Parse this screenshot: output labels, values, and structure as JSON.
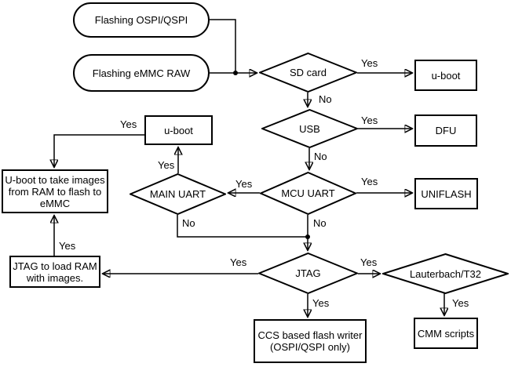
{
  "colors": {
    "background": "#ffffff",
    "line": "#000000",
    "text": "#000000"
  },
  "nodes": {
    "flashing_ospi_qspi": "Flashing OSPI/QSPI",
    "flashing_emmc_raw": "Flashing eMMC RAW",
    "sd_card": "SD card",
    "usb": "USB",
    "mcu_uart": "MCU UART",
    "main_uart": "MAIN UART",
    "jtag": "JTAG",
    "lauterbach_t32": "Lauterbach/T32",
    "uboot_sd": "u-boot",
    "dfu": "DFU",
    "uniflash": "UNIFLASH",
    "uboot_main_uart": "u-boot",
    "uboot_take_images": "U-boot to take images\nfrom RAM to flash to\neMMC",
    "jtag_load_ram": "JTAG to load RAM\nwith images.",
    "ccs_flash_writer": "CCS based flash writer\n(OSPI/QSPI only)",
    "cmm_scripts": "CMM scripts"
  },
  "edge_labels": {
    "sd_card_yes": "Yes",
    "sd_card_no": "No",
    "usb_yes": "Yes",
    "usb_no": "No",
    "mcu_uart_yes_uniflash": "Yes",
    "mcu_uart_yes_main_uart": "Yes",
    "mcu_uart_no": "No",
    "main_uart_yes": "Yes",
    "main_uart_no": "No",
    "uboot_yes": "Yes",
    "jtag_load_ram_yes": "Yes",
    "jtag_yes_load_ram": "Yes",
    "jtag_yes_lauterbach": "Yes",
    "jtag_yes_ccs": "Yes",
    "lauterbach_yes": "Yes"
  }
}
